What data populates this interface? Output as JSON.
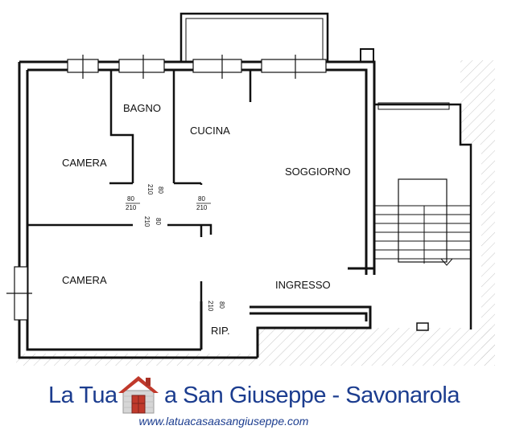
{
  "rooms": {
    "bagno": "BAGNO",
    "cucina": "CUCINA",
    "camera_top": "CAMERA",
    "camera_bottom": "CAMERA",
    "soggiorno": "SOGGIORNO",
    "ingresso": "INGRESSO",
    "ripostiglio": "RIP."
  },
  "doors": {
    "bagno": {
      "width": "80",
      "height": "210"
    },
    "camera_top": {
      "width": "80",
      "height": "210"
    },
    "cucina": {
      "width": "80",
      "height": "210"
    },
    "camera_bottom": {
      "width": "80",
      "height": "210"
    },
    "ripostiglio": {
      "width": "80",
      "height": "210"
    }
  },
  "brand": {
    "name_left": "La Tua",
    "name_right": "a San Giuseppe - Savonarola",
    "url": "www.latuacasaasangiuseppe.com",
    "colors": {
      "text": "#1c3d8f",
      "roof": "#c0392b",
      "house": "#d0d0d0"
    }
  }
}
